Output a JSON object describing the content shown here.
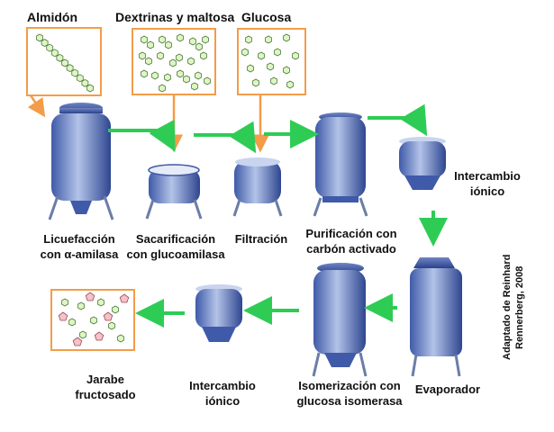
{
  "colors": {
    "flow_arrow": "#2ecc55",
    "callout": "#f39c4a",
    "vessel_light": "#b3c3e8",
    "vessel_dark": "#3f5aa8",
    "glucose_fill": "#dff5c4",
    "fructose_fill": "#f5c2c8"
  },
  "molecule_boxes": {
    "almidon": {
      "title": "Almidón"
    },
    "dextrinas": {
      "title": "Dextrinas y maltosa"
    },
    "glucosa": {
      "title": "Glucosa"
    }
  },
  "steps": [
    {
      "id": "licuefaccion",
      "line1": "Licuefacción",
      "line2": "con α-amilasa"
    },
    {
      "id": "sacarificacion",
      "line1": "Sacarificación",
      "line2": "con glucoamilasa"
    },
    {
      "id": "filtracion",
      "line1": "Filtración",
      "line2": ""
    },
    {
      "id": "purificacion",
      "line1": "Purificación con",
      "line2": "carbón activado"
    },
    {
      "id": "intercambio1",
      "line1": "Intercambio",
      "line2": "iónico"
    },
    {
      "id": "evaporador",
      "line1": "Evaporador",
      "line2": ""
    },
    {
      "id": "isomerizacion",
      "line1": "Isomerización con",
      "line2": "glucosa isomerasa"
    },
    {
      "id": "intercambio2",
      "line1": "Intercambio",
      "line2": "iónico"
    },
    {
      "id": "jarabe",
      "line1": "Jarabe",
      "line2": "fructosado"
    }
  ],
  "credit": {
    "line1": "Adaptado de  Reinhard",
    "line2": "Rennerberg, 2008"
  }
}
